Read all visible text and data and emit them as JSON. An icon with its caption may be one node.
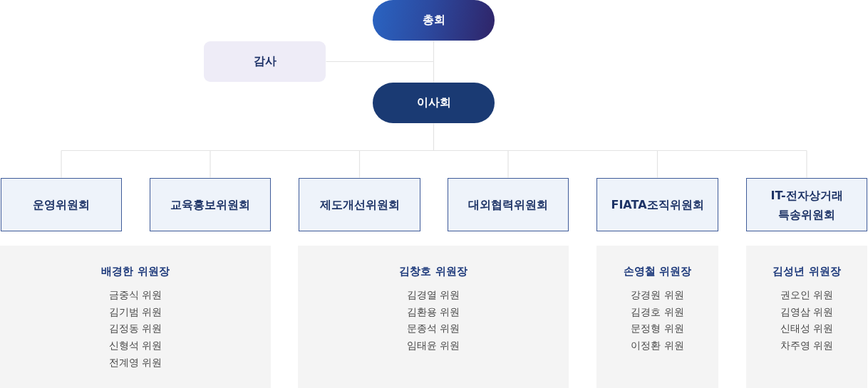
{
  "diagram": {
    "nodes": [
      {
        "text": [
          "총회"
        ]
      },
      {
        "text": [
          "감사"
        ]
      },
      {
        "text": [
          "이사회"
        ]
      },
      {
        "text": [
          "운영위원회"
        ]
      },
      {
        "text": [
          "교육홍보위원회"
        ]
      },
      {
        "text": [
          "제도개선위원회"
        ]
      },
      {
        "text": [
          "대외협력위원회"
        ]
      },
      {
        "text": [
          "FIATA조직위원회"
        ]
      },
      {
        "text": [
          "IT-전자상거래 특송위원회"
        ]
      },
      {
        "text": [
          "배경한 위원장",
          "금중식 위원",
          "김기범 위원",
          "김정동 위원",
          "신형석 위원",
          "전계영 위원"
        ]
      },
      {
        "text": [
          "김창호 위원장",
          "김경열 위원",
          "김환용 위원",
          "문종석 위원",
          "임태윤 위원"
        ]
      },
      {
        "text": [
          "손영철 위원장",
          "강경원 위원",
          "김경호 위원",
          "문정형 위원",
          "이정환 위원"
        ]
      },
      {
        "text": [
          "김성년 위원장",
          "권오인 위원",
          "김영삼 위원",
          "신태성 위원",
          "차주영 위원"
        ]
      }
    ],
    "edges": [
      {
        "from": 0,
        "to": 1,
        "arrow": "none"
      },
      {
        "from": 0,
        "to": 2,
        "arrow": "none"
      },
      {
        "from": 2,
        "to": 3,
        "arrow": "none"
      },
      {
        "from": 2,
        "to": 4,
        "arrow": "none"
      },
      {
        "from": 2,
        "to": 5,
        "arrow": "none"
      },
      {
        "from": 2,
        "to": 6,
        "arrow": "none"
      },
      {
        "from": 2,
        "to": 7,
        "arrow": "none"
      },
      {
        "from": 2,
        "to": 8,
        "arrow": "none"
      }
    ]
  }
}
